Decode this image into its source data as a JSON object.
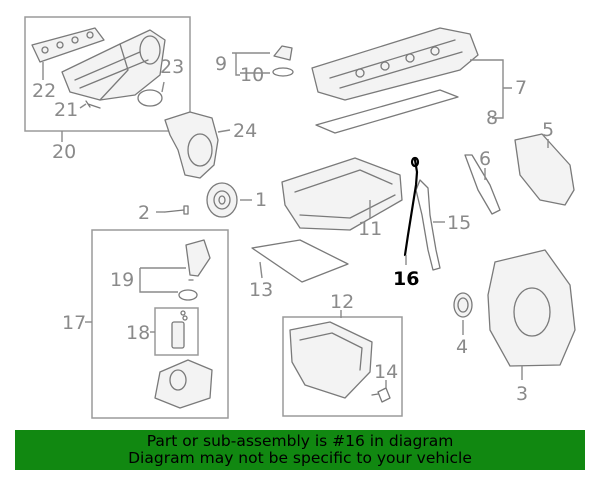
{
  "diagram": {
    "highlighted_part": "16",
    "callouts": [
      "1",
      "2",
      "3",
      "4",
      "5",
      "6",
      "7",
      "8",
      "9",
      "10",
      "11",
      "12",
      "13",
      "14",
      "15",
      "16",
      "17",
      "18",
      "19",
      "20",
      "21",
      "22",
      "23",
      "24"
    ]
  },
  "banner": {
    "line1": "Part or sub-assembly is #16 in diagram",
    "line2": "Diagram may not be specific to your vehicle",
    "background": "#118811"
  },
  "colors": {
    "parts": "#7a7a7a",
    "highlight": "#000000"
  }
}
